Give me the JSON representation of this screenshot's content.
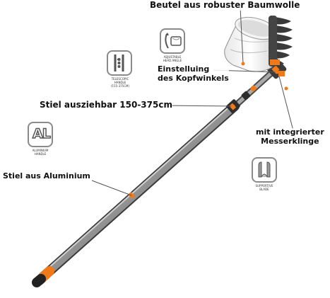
{
  "labels": {
    "bag": "Beutel aus robuster Baumwolle",
    "head_angle_line1": "Einstelluing",
    "head_angle_line2": "des Kopfwinkels",
    "extendable": "Stiel ausziehbar 150-375cm",
    "blade_line1": "mit integrierter",
    "blade_line2": "Messerklinge",
    "aluminium": "Stiel aus Aluminium"
  },
  "badges": {
    "adjustable": {
      "caption_line1": "ADJUSTABLE",
      "caption_line2": "HEAD ANGLE"
    },
    "telescopic": {
      "caption_line1": "TELESCOPIC",
      "caption_line2": "HANDLE",
      "caption_line3": "(155-375CM)"
    },
    "aluminium": {
      "letters": "AL",
      "caption_line1": "ALUMINIUM",
      "caption_line2": "HANDLE"
    },
    "blade": {
      "caption_line1": "SUPPORTIVE",
      "caption_line2": "BLADE"
    }
  },
  "colors": {
    "accent_orange": "#f07a1a",
    "pole_dark": "#4a4a4a",
    "pole_light": "#b9b9b9",
    "label_text": "#111111"
  },
  "icons": [
    "fruit-picker-pole",
    "cotton-bag",
    "adjust-angle-icon",
    "telescopic-icon",
    "aluminium-icon",
    "blade-icon"
  ]
}
